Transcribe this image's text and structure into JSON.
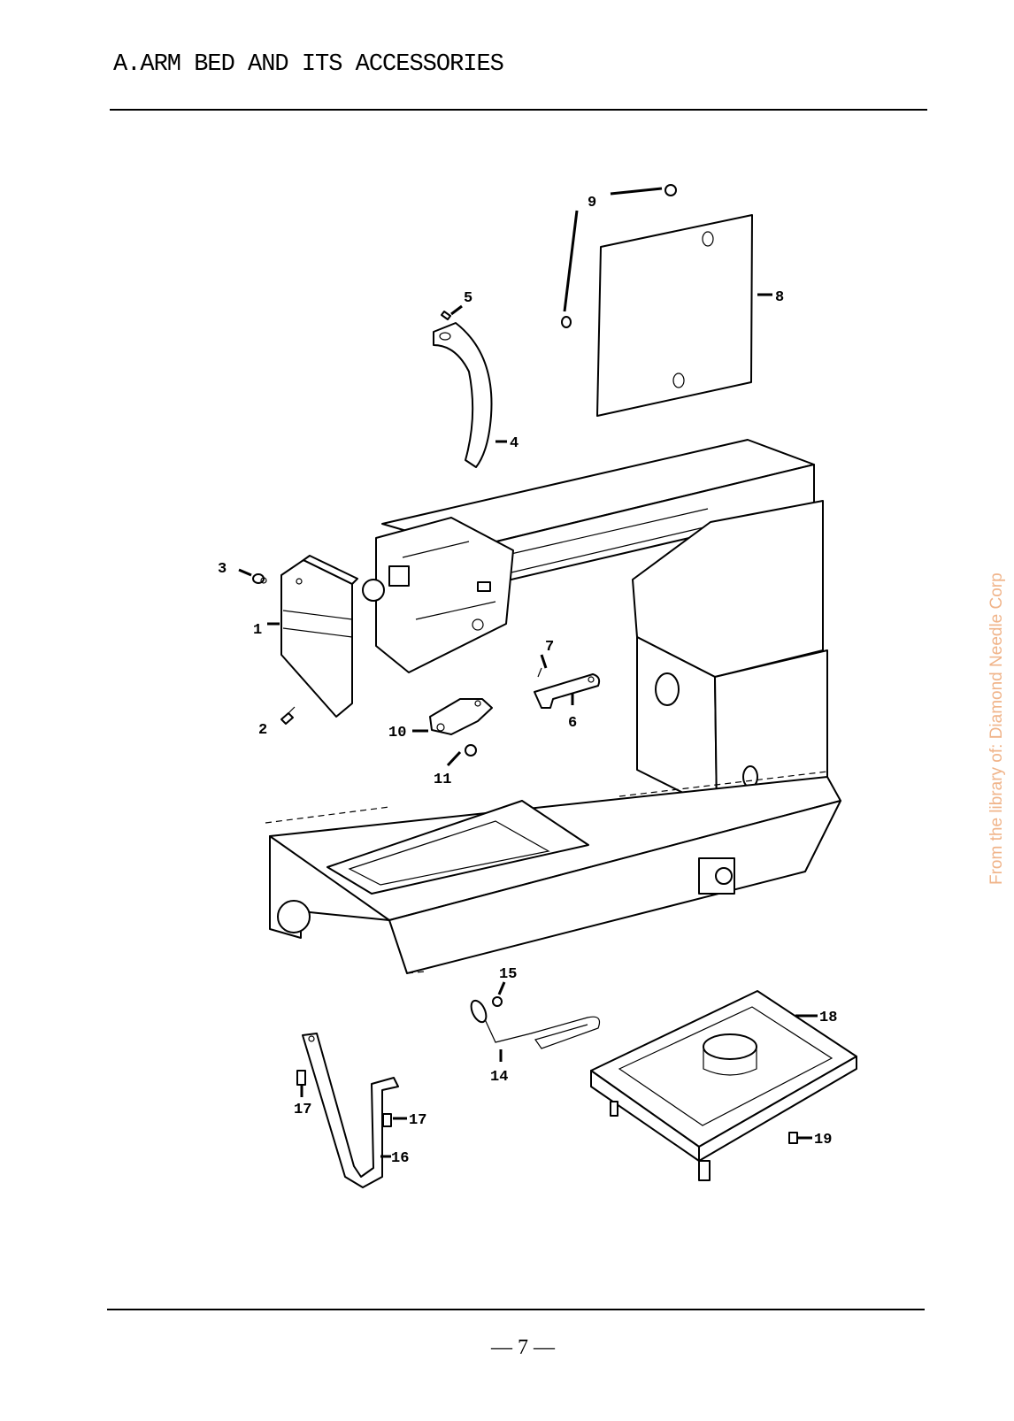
{
  "header": {
    "title": "A.ARM BED AND ITS ACCESSORIES"
  },
  "footer": {
    "page_number": "— 7 —"
  },
  "watermark": "From the library of: Diamond Needle Corp",
  "callouts": {
    "c1": "1",
    "c2": "2",
    "c3": "3",
    "c4": "4",
    "c5": "5",
    "c6": "6",
    "c7": "7",
    "c8": "8",
    "c9": "9",
    "c10": "10",
    "c11": "11",
    "c14": "14",
    "c15": "15",
    "c16": "16",
    "c17a": "17",
    "c17b": "17",
    "c18": "18",
    "c19": "19"
  }
}
